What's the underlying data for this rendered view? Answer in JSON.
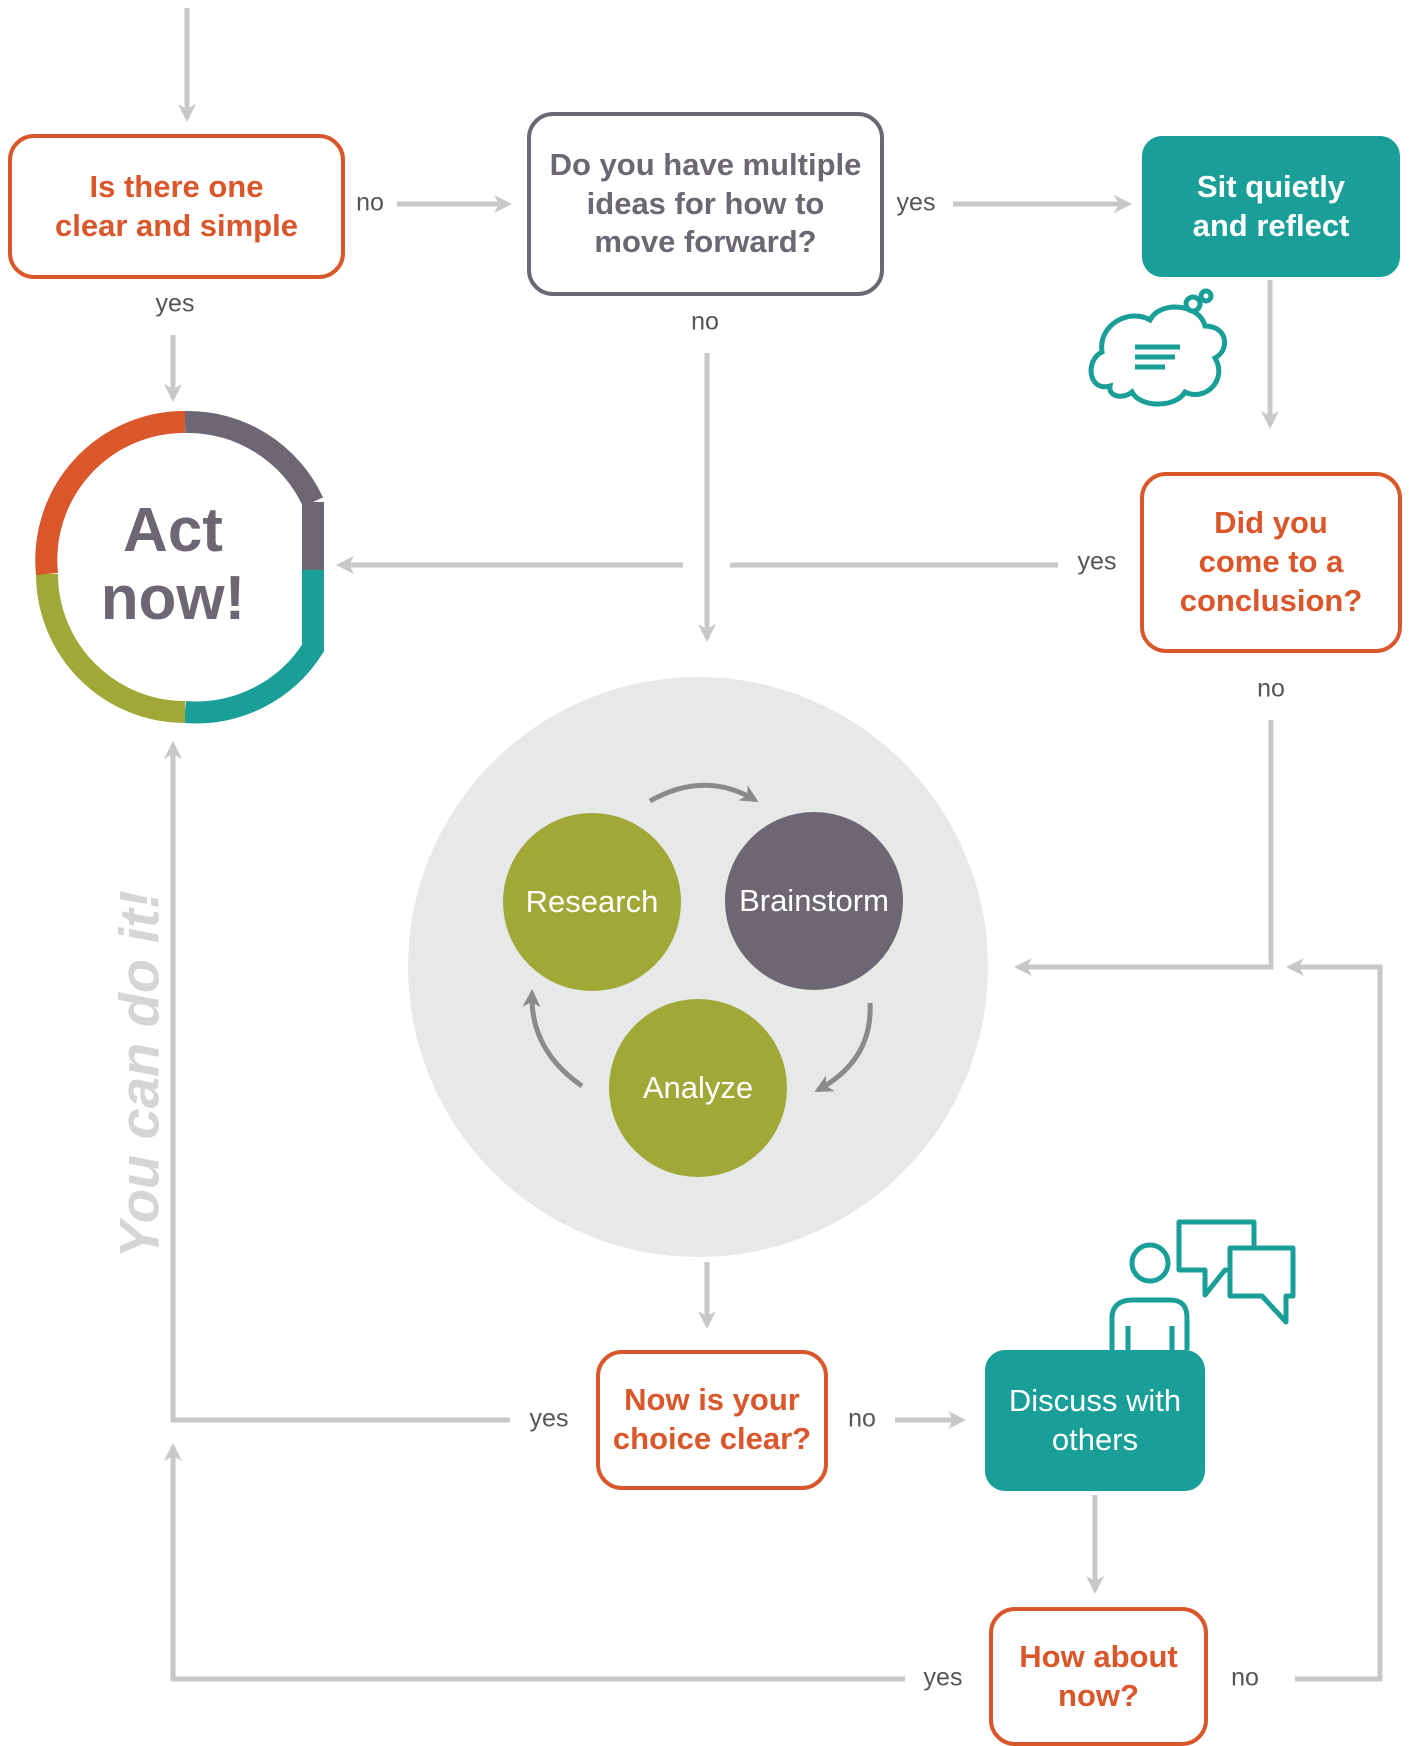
{
  "diagram": {
    "start_question": "Is there one\nclear and simple",
    "multiple_ideas_question": "Do you have multiple\nideas for how to\nmove forward?",
    "sit_quietly": "Sit quietly\nand reflect",
    "conclusion_question": "Did you\ncome to a\nconclusion?",
    "act_now": "Act\nnow!",
    "cycle": {
      "research": "Research",
      "brainstorm": "Brainstorm",
      "analyze": "Analyze"
    },
    "choice_clear_question": "Now is your\nchoice clear?",
    "discuss": "Discuss with\nothers",
    "how_about_now": "How about\nnow?",
    "tagline": "You can do it!",
    "labels": {
      "start_no": "no",
      "start_yes": "yes",
      "ideas_yes": "yes",
      "ideas_no": "no",
      "conclusion_yes": "yes",
      "conclusion_no": "no",
      "choice_yes": "yes",
      "choice_no": "no",
      "now_yes": "yes",
      "now_no": "no"
    },
    "colors": {
      "orange": "#d9572b",
      "gray": "#6c6773",
      "teal": "#1a9e98",
      "olive": "#a0a838",
      "line": "#c8c8c8"
    }
  }
}
